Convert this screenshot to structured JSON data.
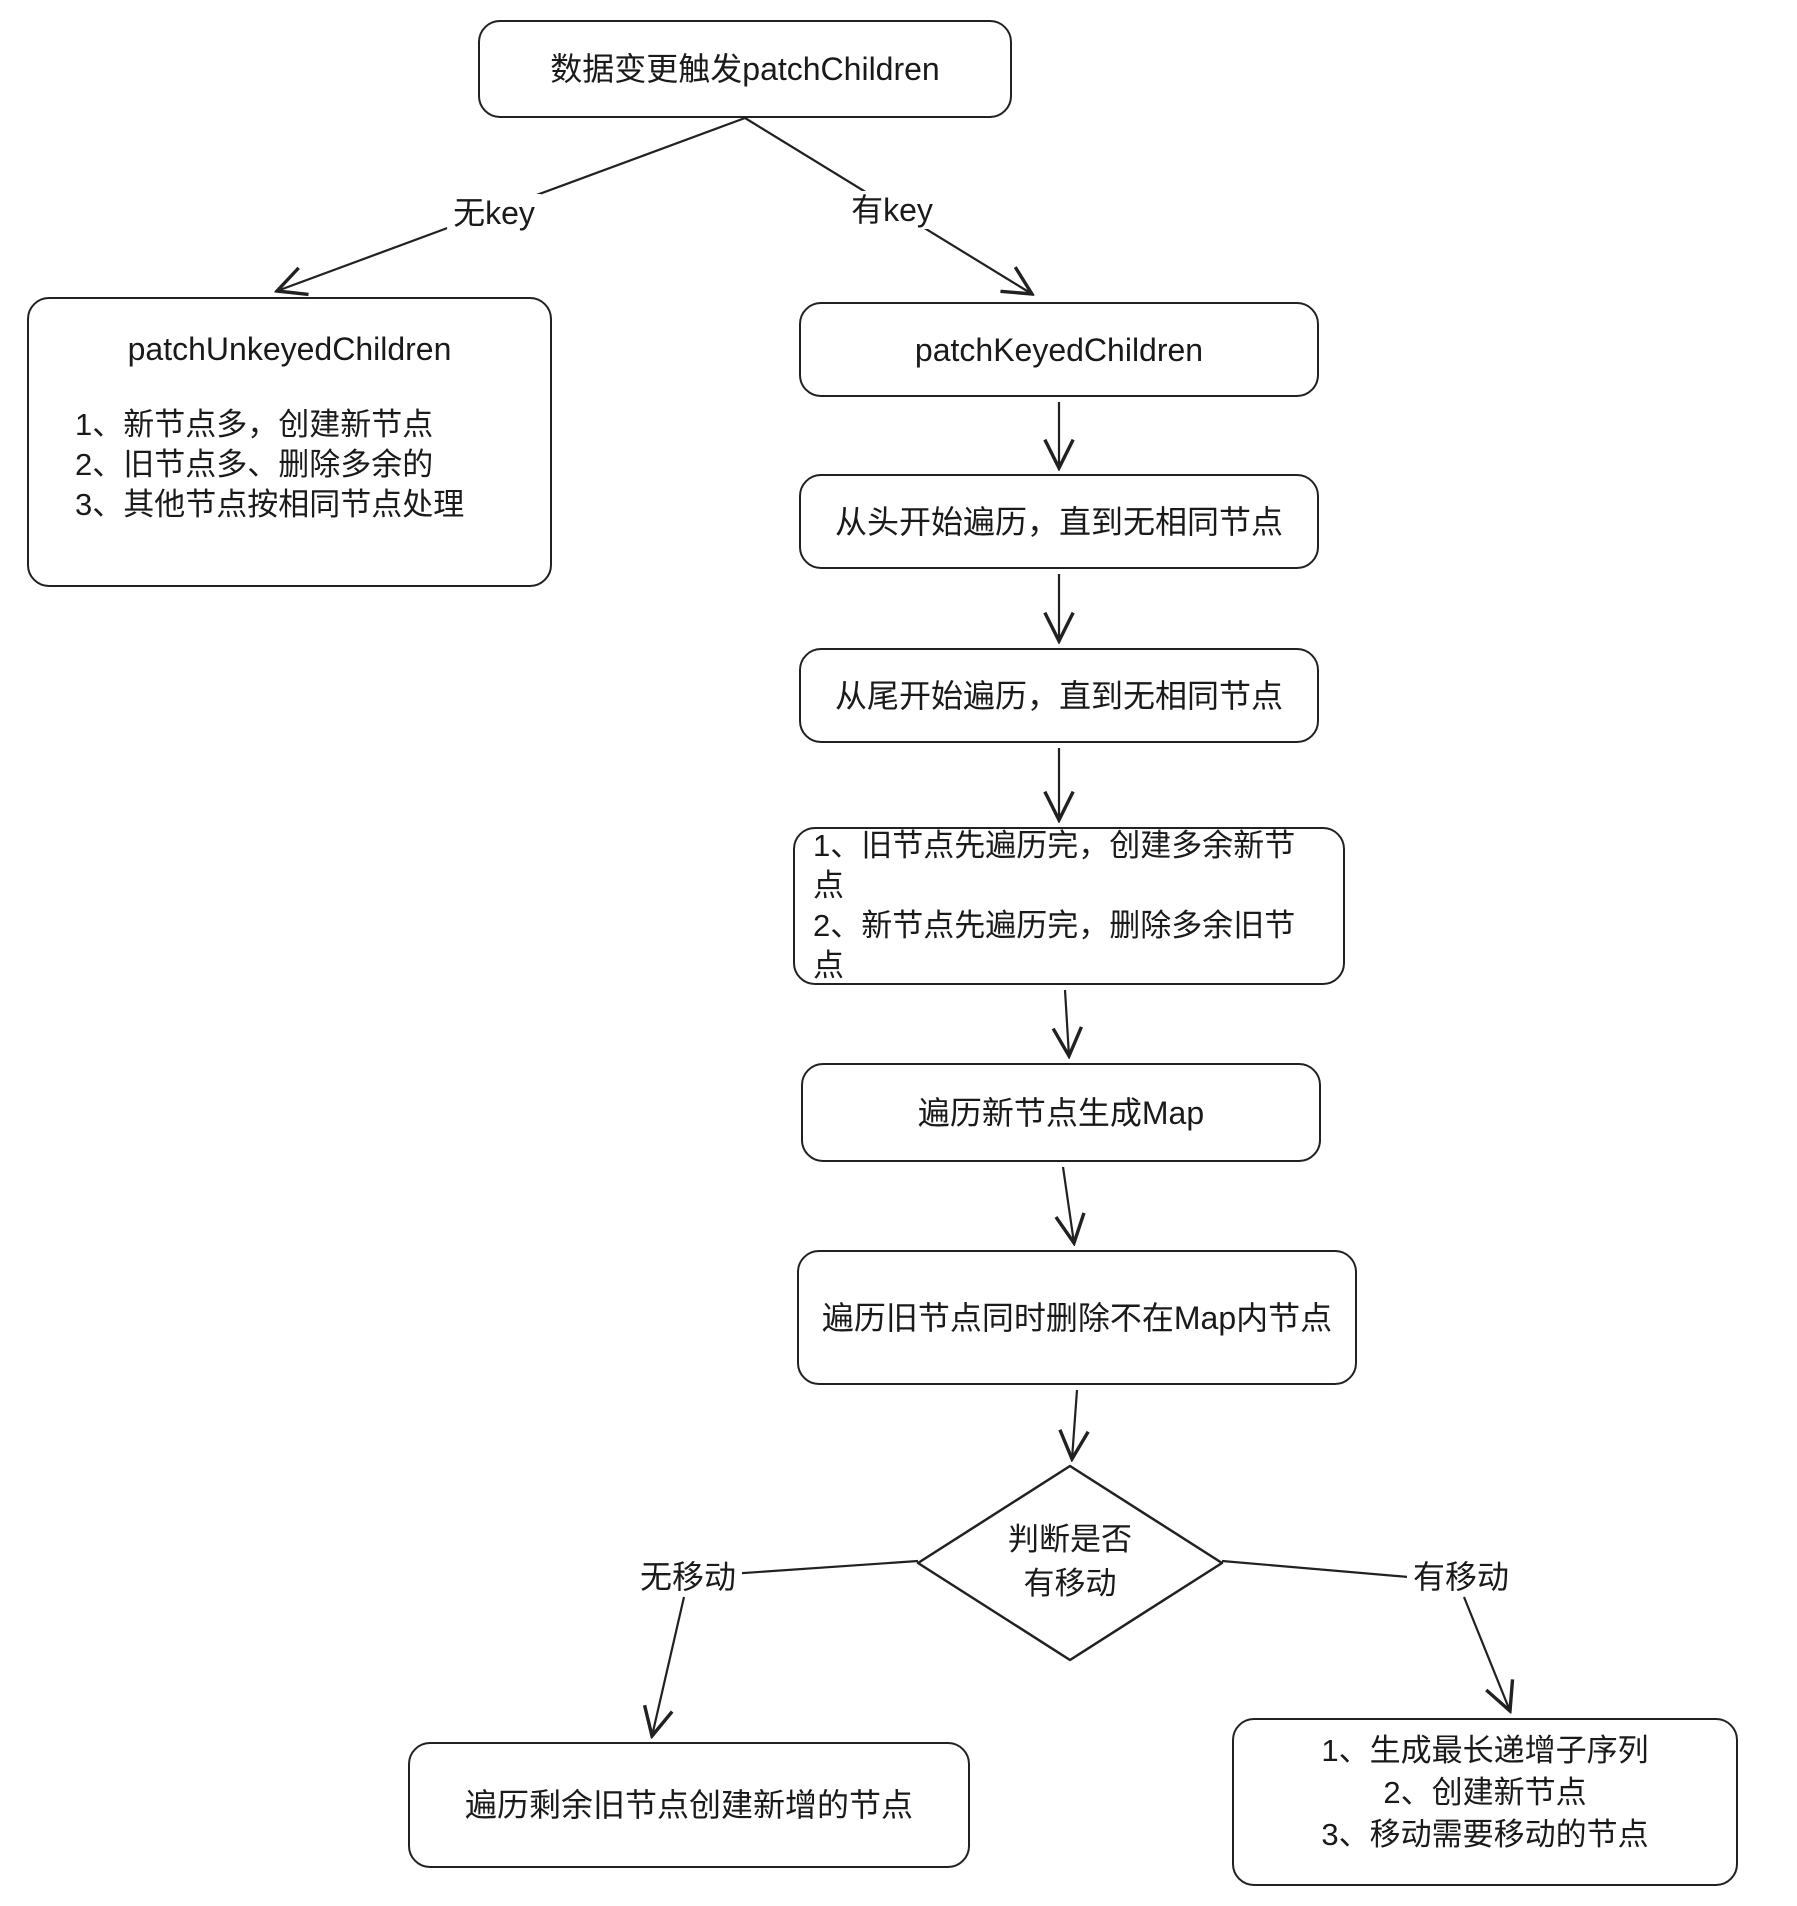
{
  "colors": {
    "stroke": "#212121",
    "text": "#1a1a1a",
    "background": "#ffffff"
  },
  "flowchart": {
    "root": "数据变更触发patchChildren",
    "branch_labels": {
      "no_key": "无key",
      "has_key": "有key"
    },
    "unkeyed": {
      "title": "patchUnkeyedChildren",
      "items": [
        "1、新节点多，创建新节点",
        "2、旧节点多、删除多余的",
        "3、其他节点按相同节点处理"
      ]
    },
    "keyed": "patchKeyedChildren",
    "iterate_head": "从头开始遍历，直到无相同节点",
    "iterate_tail": "从尾开始遍历，直到无相同节点",
    "leftover": [
      "1、旧节点先遍历完，创建多余新节点",
      "2、新节点先遍历完，删除多余旧节点"
    ],
    "build_map": "遍历新节点生成Map",
    "prune_map": "遍历旧节点同时删除不在Map内节点",
    "decision": [
      "判断是否",
      "有移动"
    ],
    "decision_labels": {
      "no_move": "无移动",
      "has_move": "有移动"
    },
    "no_move_result": "遍历剩余旧节点创建新增的节点",
    "has_move_result": [
      "1、生成最长递增子序列",
      "2、创建新节点",
      "3、移动需要移动的节点"
    ]
  }
}
